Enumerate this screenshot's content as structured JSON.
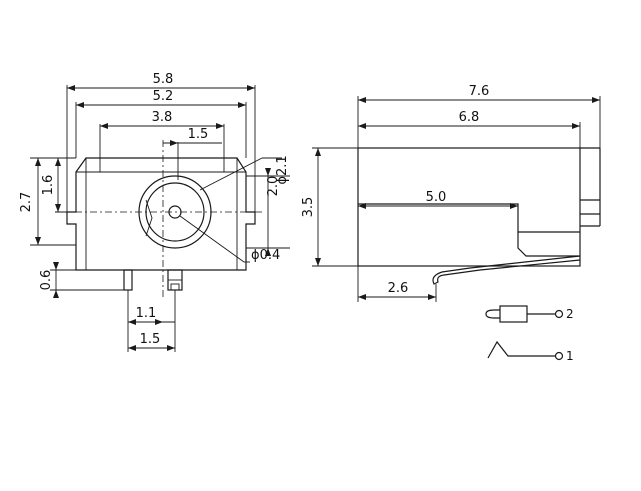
{
  "front_view": {
    "width_total": "5.8",
    "width_body": "5.2",
    "width_inner": "3.8",
    "offset_center": "1.5",
    "height_total": "2.7",
    "height_center": "1.6",
    "pin_height": "0.6",
    "pin_offset_small": "1.1",
    "pin_offset_large": "1.5",
    "hole_diameter": "ϕ2.1",
    "hole_height": "2.0",
    "pin_diameter": "ϕ0.4"
  },
  "side_view": {
    "length_total": "7.6",
    "length_body": "6.8",
    "length_pin": "5.0",
    "height_total": "3.5",
    "contact_offset": "2.6"
  },
  "symbol": {
    "terminal_2": "2",
    "terminal_1": "1"
  }
}
